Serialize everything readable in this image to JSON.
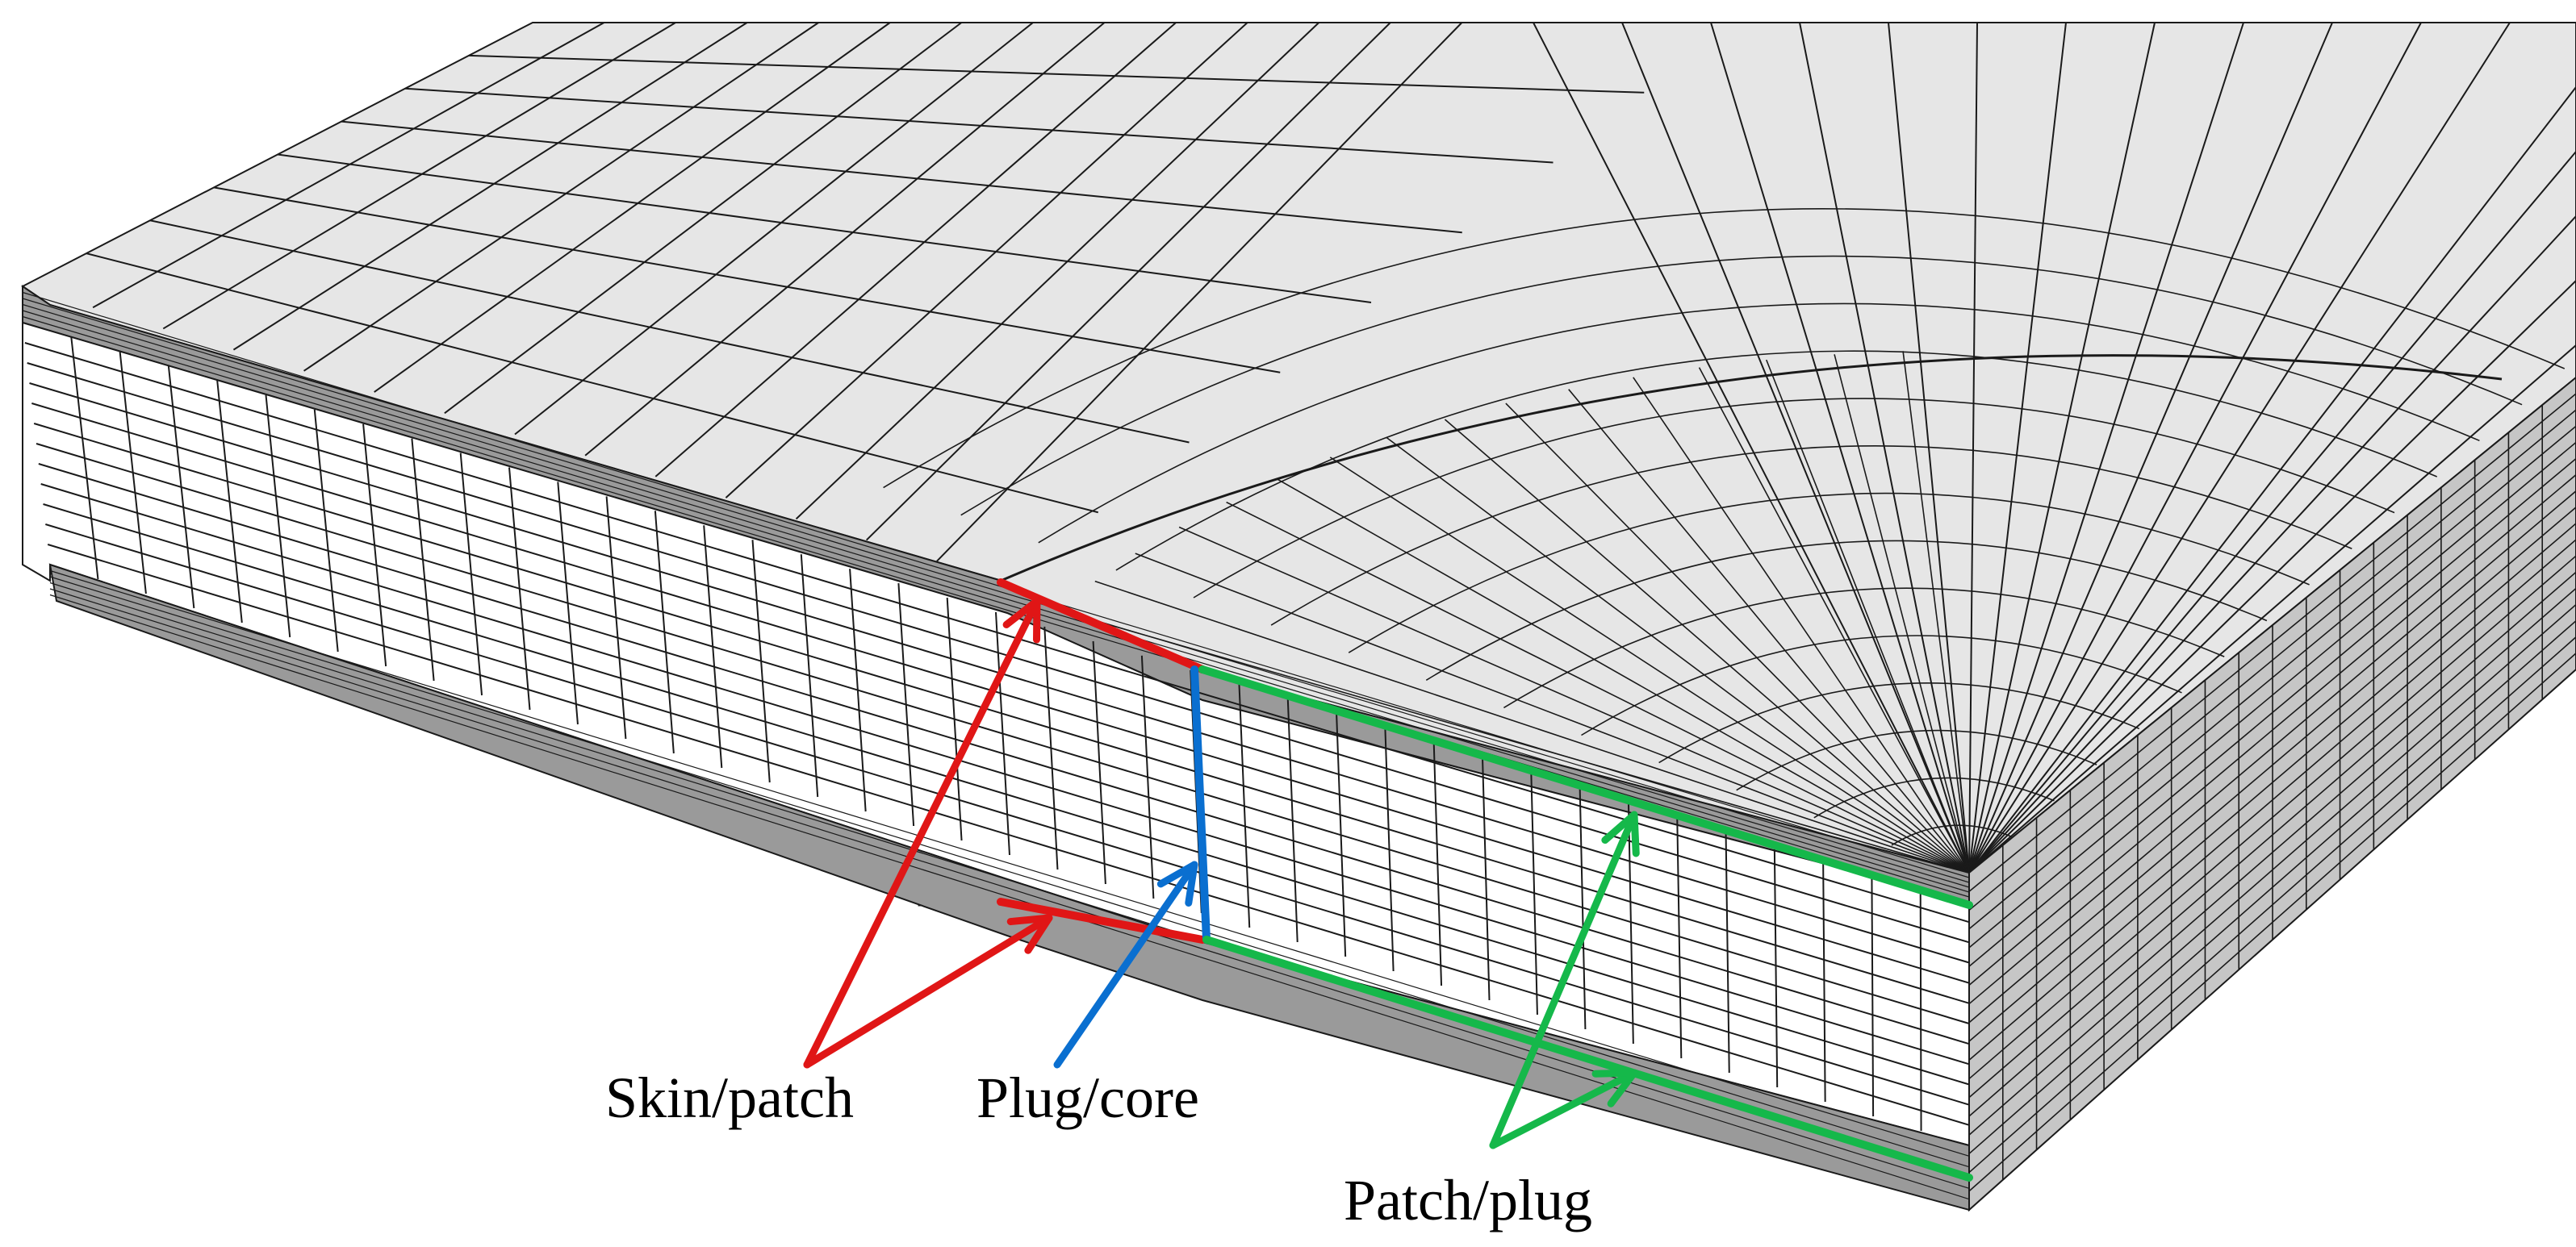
{
  "labels": {
    "skin_patch": "Skin/patch",
    "plug_core": "Plug/core",
    "patch_plug": "Patch/plug"
  },
  "colors": {
    "skin_patch": "#e01616",
    "plug_core": "#0a6fd0",
    "patch_plug": "#15b84a",
    "mesh_line": "#1a1a1a",
    "top_face": "#e6e6e6",
    "right_face": "#c6c6c6",
    "core_face": "#ffffff",
    "skin_band": "#9a9a9a"
  }
}
